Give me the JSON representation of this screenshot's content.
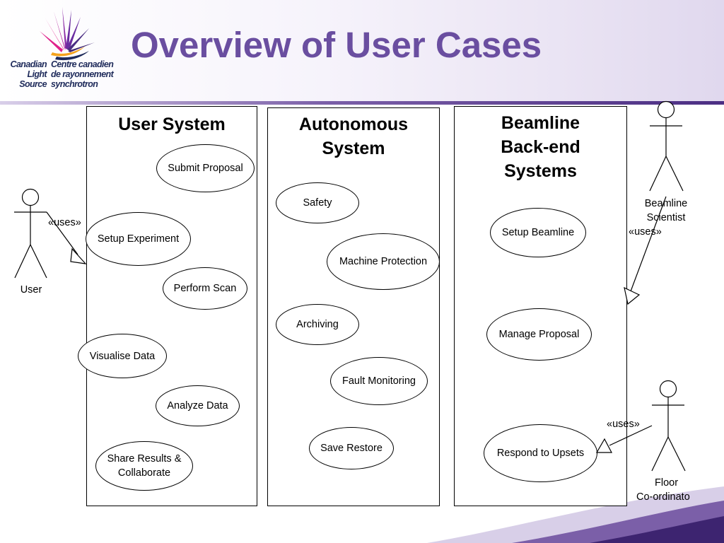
{
  "slide": {
    "title": "Overview of User Cases"
  },
  "logo": {
    "english_line1": "Canadian",
    "english_line2": "Light",
    "english_line3": "Source",
    "french_line1": "Centre canadien",
    "french_line2": "de rayonnement",
    "french_line3": "synchrotron",
    "colors": [
      "#e0218a",
      "#6a2ca0",
      "#f4a21c",
      "#1e2a5a"
    ]
  },
  "systems": [
    {
      "title_lines": [
        "User System"
      ],
      "use_cases": [
        {
          "lines": [
            "Submit Proposal"
          ]
        },
        {
          "lines": [
            "Setup Experiment"
          ]
        },
        {
          "lines": [
            "Perform Scan"
          ]
        },
        {
          "lines": [
            "Visualise Data"
          ]
        },
        {
          "lines": [
            "Analyze Data"
          ]
        },
        {
          "lines": [
            "Share Results &",
            "Collaborate"
          ]
        }
      ]
    },
    {
      "title_lines": [
        "Autonomous",
        "System"
      ],
      "use_cases": [
        {
          "lines": [
            "Safety"
          ]
        },
        {
          "lines": [
            "Machine Protection"
          ]
        },
        {
          "lines": [
            "Archiving"
          ]
        },
        {
          "lines": [
            "Fault Monitoring"
          ]
        },
        {
          "lines": [
            "Save Restore"
          ]
        }
      ]
    },
    {
      "title_lines": [
        "Beamline",
        "Back-end",
        "Systems"
      ],
      "use_cases": [
        {
          "lines": [
            "Setup Beamline"
          ]
        },
        {
          "lines": [
            "Manage Proposal"
          ]
        },
        {
          "lines": [
            "Respond to Upsets"
          ]
        }
      ]
    }
  ],
  "actors": [
    {
      "lines": [
        "User"
      ]
    },
    {
      "lines": [
        "Beamline",
        "Scientist"
      ]
    },
    {
      "lines": [
        "Floor",
        "Co-ordinato"
      ]
    }
  ],
  "relations": [
    {
      "label": "«uses»"
    },
    {
      "label": "«uses»"
    },
    {
      "label": "«uses»"
    }
  ],
  "theme": {
    "title_color": "#6a4ea0",
    "band_color": "#4b2e83"
  }
}
